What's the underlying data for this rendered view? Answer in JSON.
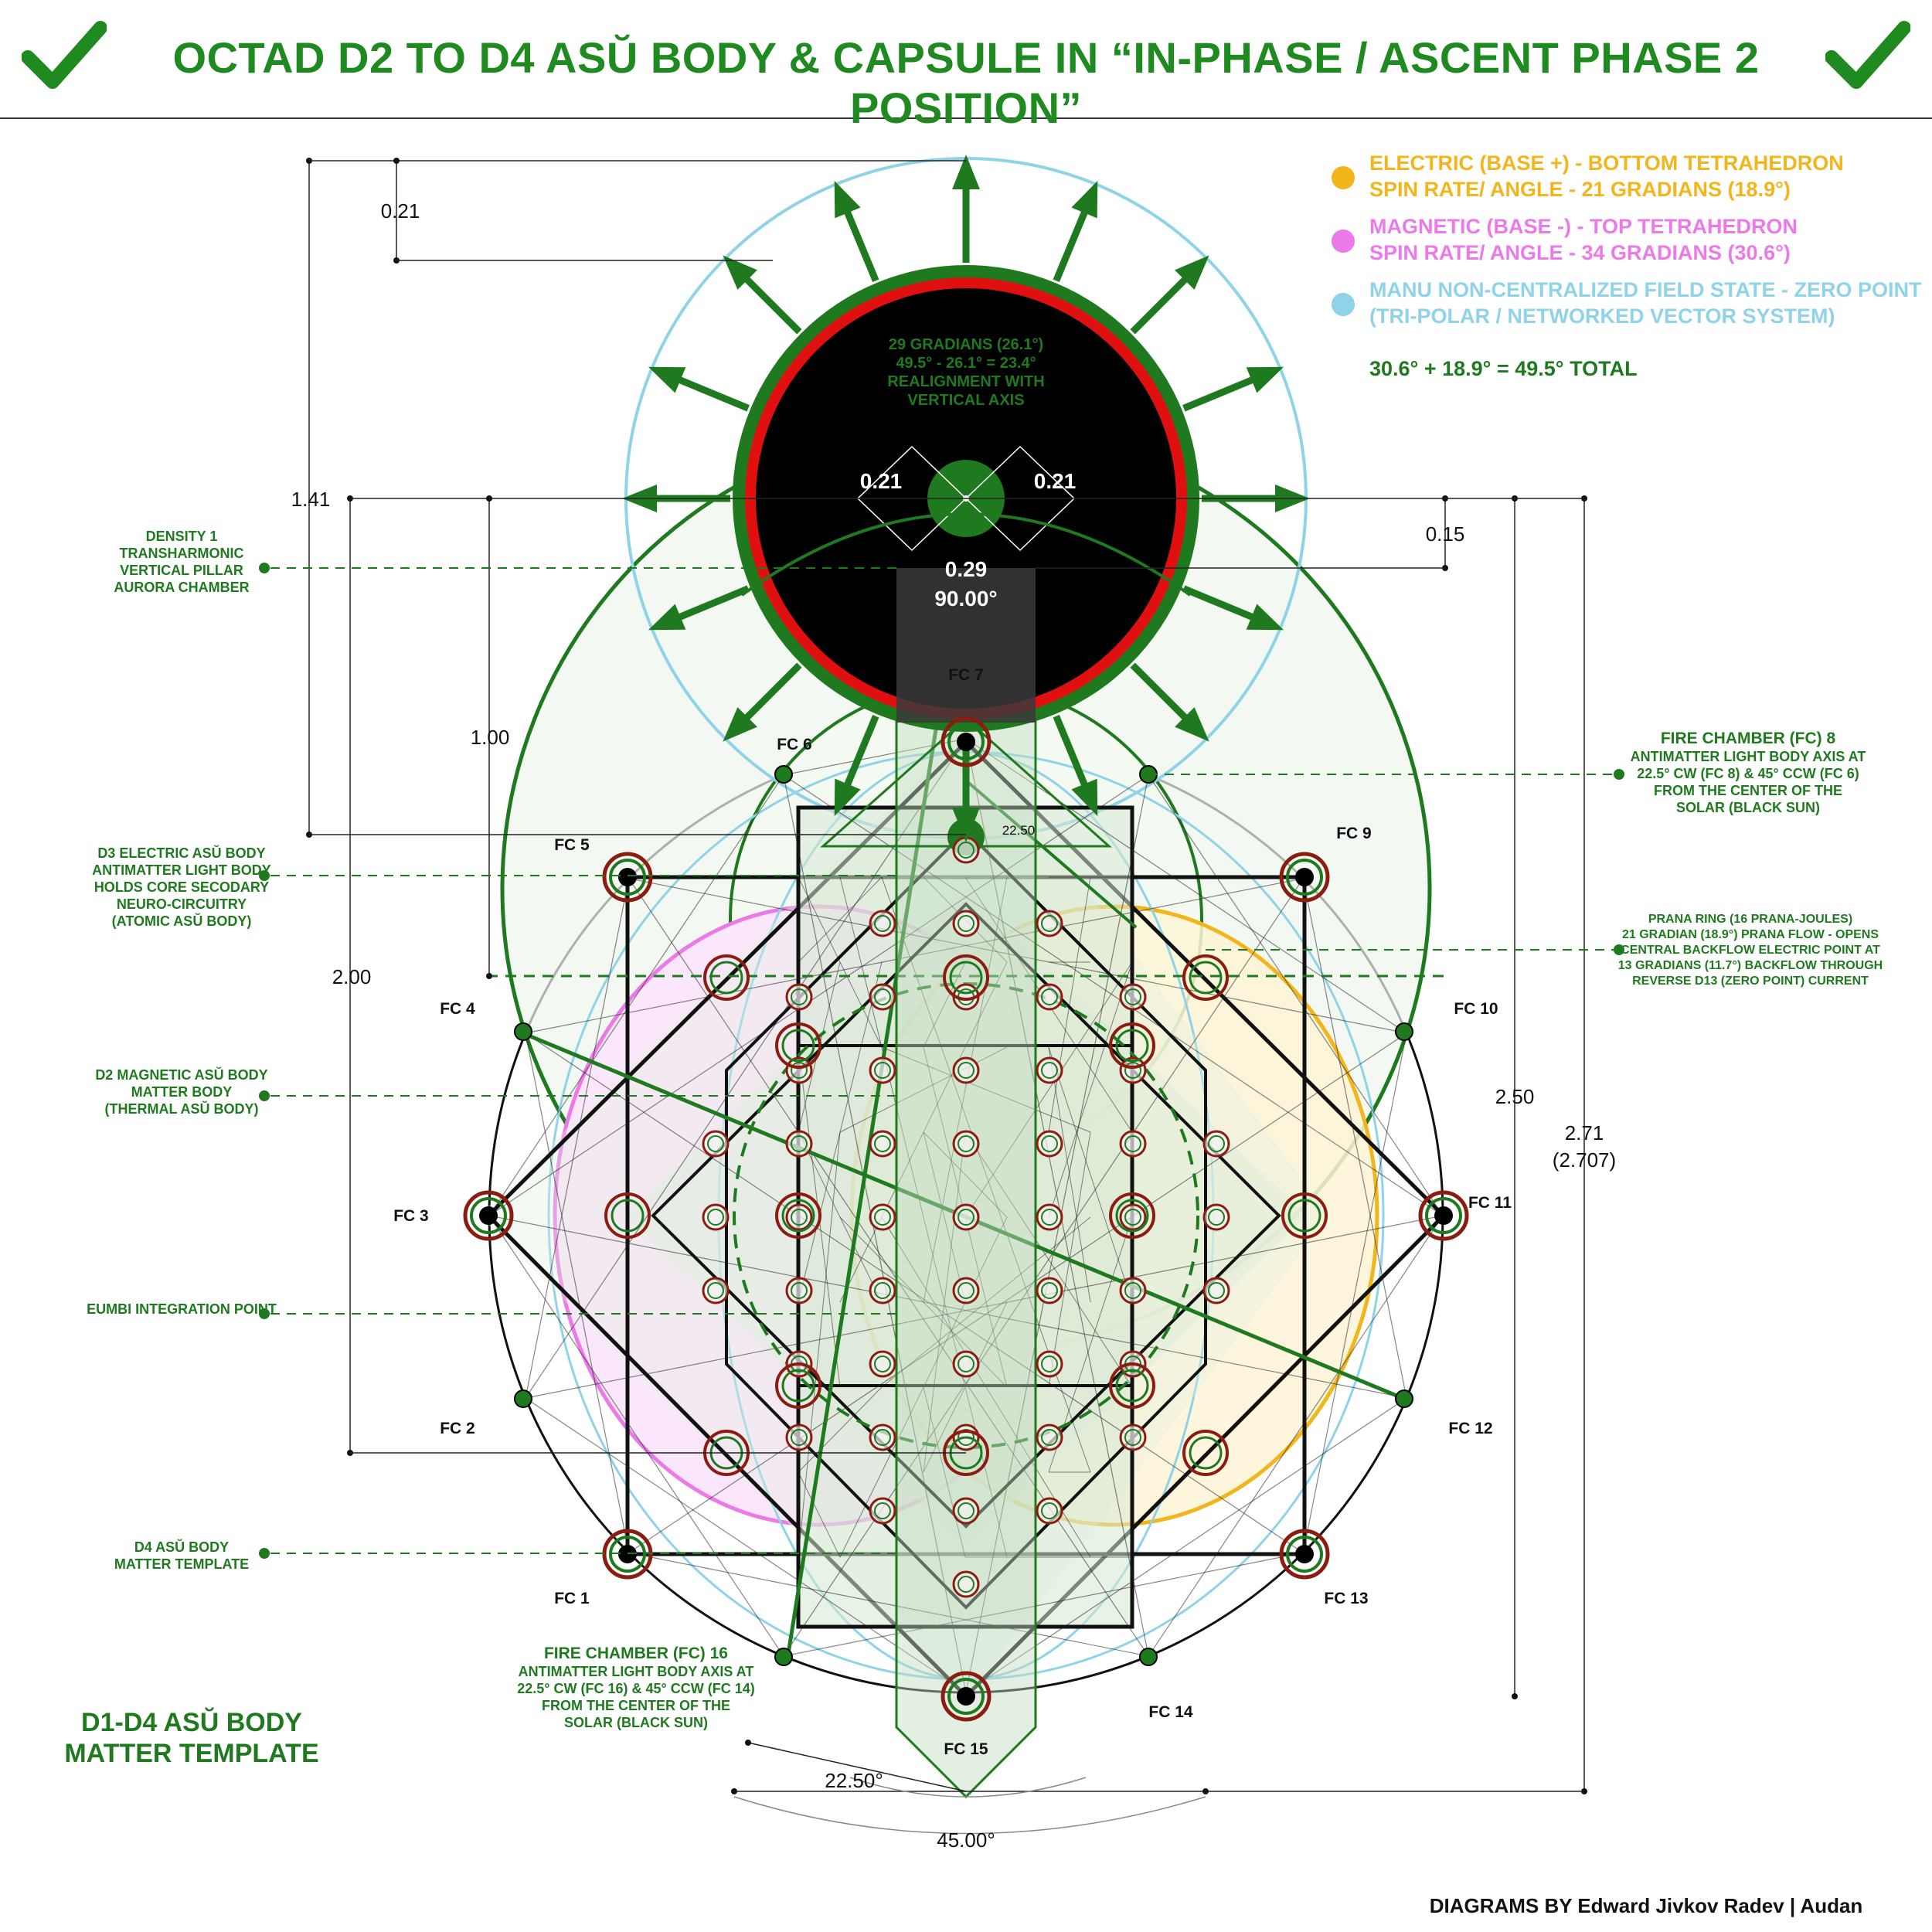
{
  "title": "OCTAD D2 TO D4 ASŬ BODY & CAPSULE IN “IN-PHASE / ASCENT PHASE 2 POSITION”",
  "icons": {
    "title_left": "green-checkmark-icon",
    "title_right": "green-checkmark-icon"
  },
  "colors": {
    "green": "#1f7a1f",
    "bright_green": "#1f8a1f",
    "electric": "#f2b51b",
    "magnetic": "#ec79e8",
    "manu": "#8fd3e8",
    "red": "#e01010",
    "black": "#111111"
  },
  "legend": [
    {
      "color": "#f2b51b",
      "line1": "ELECTRIC (BASE +) - BOTTOM TETRAHEDRON",
      "line2": "SPIN RATE/ ANGLE - 21 GRADIANS (18.9°)"
    },
    {
      "color": "#ec79e8",
      "line1": "MAGNETIC (BASE -) - TOP TETRAHEDRON",
      "line2": "SPIN RATE/ ANGLE - 34 GRADIANS (30.6°)"
    },
    {
      "color": "#8fd3e8",
      "line1": "MANU NON-CENTRALIZED FIELD STATE - ZERO POINT",
      "line2": "(TRI-POLAR / NETWORKED VECTOR SYSTEM)"
    }
  ],
  "legend_total": "30.6° + 18.9° = 49.5° TOTAL",
  "sun_text": [
    "29 GRADIANS (26.1°)",
    "49.5° - 26.1° = 23.4°",
    "REALIGNMENT WITH",
    "VERTICAL AXIS"
  ],
  "sun_values": {
    "left": "0.21",
    "right": "0.21",
    "center": "0.29",
    "angle": "90.00°"
  },
  "dimensions": {
    "top_small": "0.21",
    "left_141": "1.41",
    "left_100": "1.00",
    "left_200": "2.00",
    "right_015": "0.15",
    "right_250": "2.50",
    "right_271": "2.71",
    "right_271b": "(2.707)",
    "angle_small": "22.50°",
    "angle_large": "45.00°",
    "inner_angle": "22.50"
  },
  "fire_chambers": [
    "FC 1",
    "FC 2",
    "FC 3",
    "FC 4",
    "FC 5",
    "FC 6",
    "FC 7",
    "FC 8",
    "FC 9",
    "FC 10",
    "FC 11",
    "FC 12",
    "FC 13",
    "FC 14",
    "FC 15",
    "FC 16"
  ],
  "left_annotations": [
    {
      "lines": [
        "DENSITY 1",
        "TRANSHARMONIC",
        "VERTICAL PILLAR",
        "AURORA CHAMBER"
      ]
    },
    {
      "lines": [
        "D3 ELECTRIC ASŬ BODY",
        "ANTIMATTER LIGHT BODY",
        "HOLDS CORE SECODARY",
        "NEURO-CIRCUITRY",
        "(ATOMIC ASŬ BODY)"
      ]
    },
    {
      "lines": [
        "D2 MAGNETIC ASŬ BODY",
        "MATTER BODY",
        "(THERMAL ASŬ BODY)"
      ]
    },
    {
      "lines": [
        "EUMBI INTEGRATION POINT"
      ]
    },
    {
      "lines": [
        "D4 ASŬ BODY",
        "MATTER TEMPLATE"
      ]
    }
  ],
  "right_annotations": [
    {
      "heading": "FIRE CHAMBER (FC) 8",
      "lines": [
        "ANTIMATTER LIGHT BODY AXIS AT",
        "22.5° CW (FC 8) & 45° CCW (FC 6)",
        "FROM THE CENTER OF THE",
        "SOLAR (BLACK SUN)"
      ]
    },
    {
      "heading": "",
      "lines": [
        "PRANA RING (16 PRANA-JOULES)",
        "21 GRADIAN (18.9°) PRANA FLOW - OPENS",
        "CENTRAL BACKFLOW ELECTRIC POINT AT",
        "13 GRADIANS (11.7°) BACKFLOW THROUGH",
        "REVERSE D13 (ZERO POINT) CURRENT"
      ]
    }
  ],
  "bottom_annotation": {
    "heading": "FIRE CHAMBER (FC) 16",
    "lines": [
      "ANTIMATTER LIGHT BODY AXIS AT",
      "22.5° CW (FC 16) & 45° CCW (FC 14)",
      "FROM THE CENTER OF THE",
      "SOLAR (BLACK SUN)"
    ]
  },
  "template_title": [
    "D1-D4 ASŬ BODY",
    "MATTER TEMPLATE"
  ],
  "credit": "DIAGRAMS BY Edward Jivkov Radev | Audan"
}
